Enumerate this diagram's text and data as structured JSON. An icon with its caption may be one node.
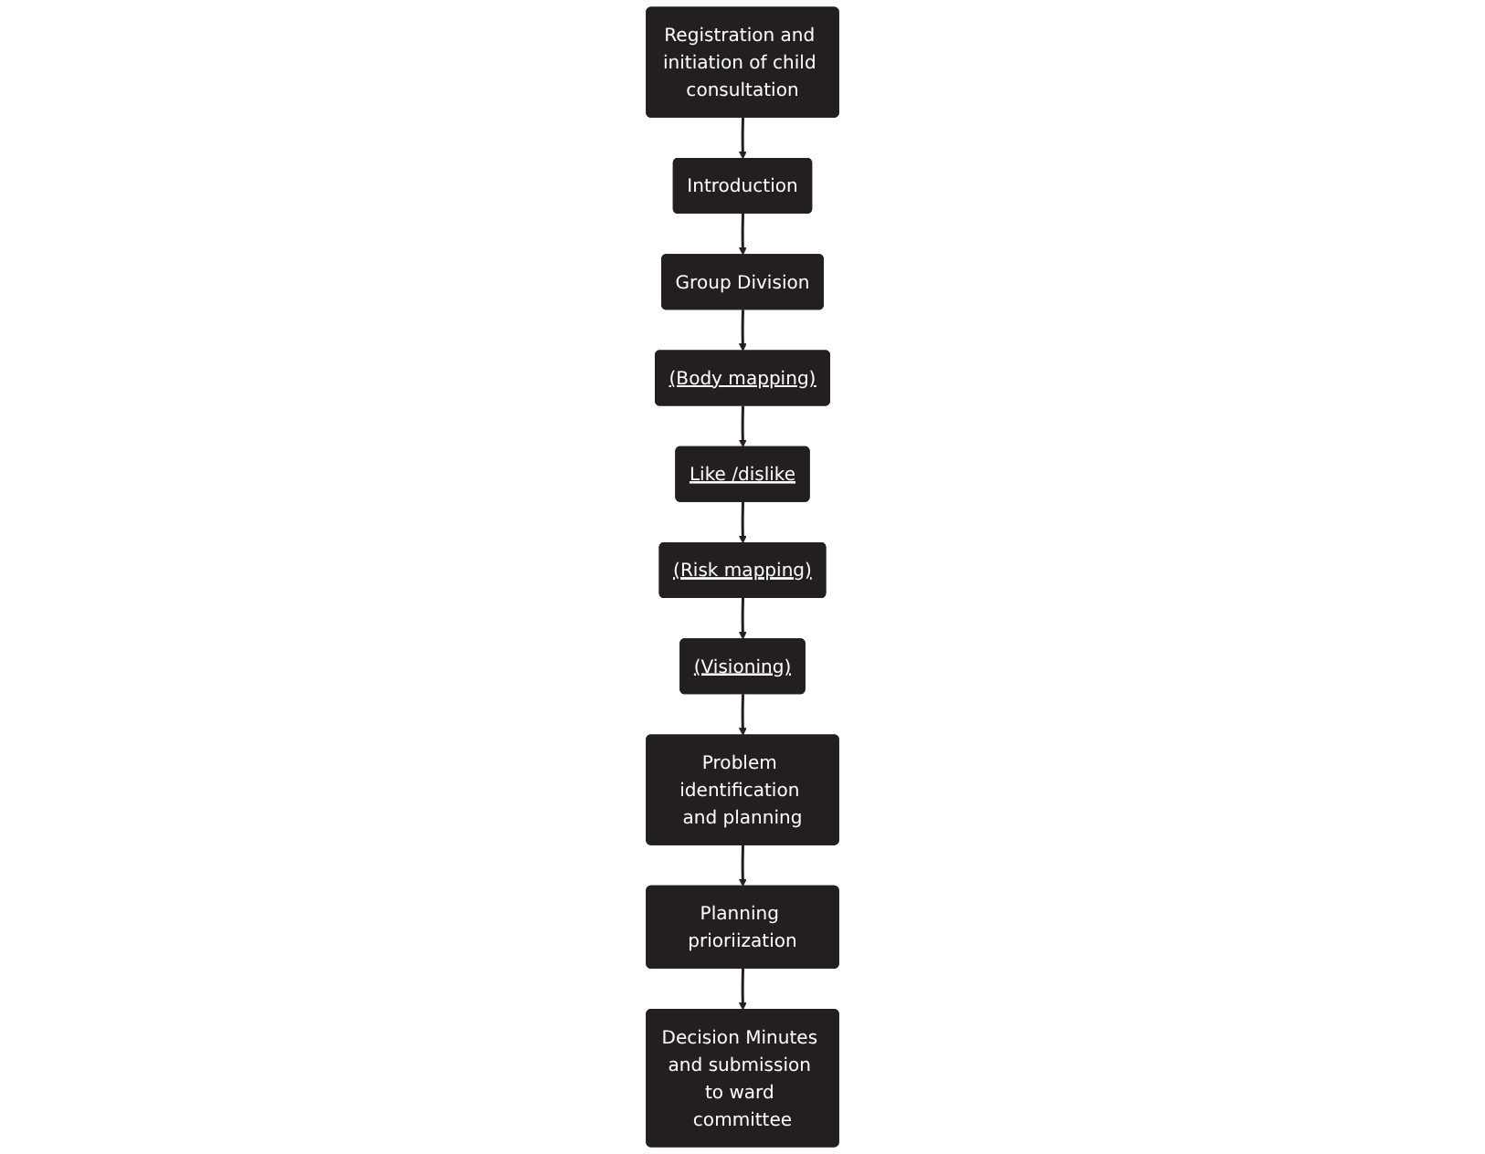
{
  "diagram": {
    "nodes": [
      {
        "text": [
          "Registration and initiation of child consultation"
        ]
      },
      {
        "text": [
          "Introduction"
        ]
      },
      {
        "text": [
          "Group Division"
        ]
      },
      {
        "text": [
          "(Body mapping)"
        ]
      },
      {
        "text": [
          "Like /dislike"
        ]
      },
      {
        "text": [
          "(Risk mapping)"
        ]
      },
      {
        "text": [
          "(Visioning)"
        ]
      },
      {
        "text": [
          "Problem identification and planning"
        ]
      },
      {
        "text": [
          "Planning prioriization"
        ]
      },
      {
        "text": [
          "Decision Minutes and submission to ward committee"
        ]
      }
    ],
    "edges": [
      {
        "from": 0,
        "to": 1,
        "arrow": "to"
      },
      {
        "from": 1,
        "to": 2,
        "arrow": "to"
      },
      {
        "from": 2,
        "to": 3,
        "arrow": "to"
      },
      {
        "from": 3,
        "to": 4,
        "arrow": "to"
      },
      {
        "from": 4,
        "to": 5,
        "arrow": "to"
      },
      {
        "from": 5,
        "to": 6,
        "arrow": "to"
      },
      {
        "from": 6,
        "to": 7,
        "arrow": "to"
      },
      {
        "from": 7,
        "to": 8,
        "arrow": "to"
      },
      {
        "from": 8,
        "to": 9,
        "arrow": "to"
      }
    ]
  }
}
